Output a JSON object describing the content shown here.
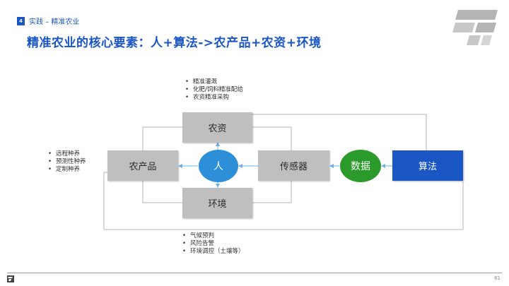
{
  "header": {
    "section_number": "4",
    "section_label": "实践 – 精准农业",
    "title": "精准农业的核心要素：人+算法->农产品+农资+环境"
  },
  "nodes": {
    "farm_inputs": "农资",
    "farm_products": "农产品",
    "people": "人",
    "sensors": "传感器",
    "environment": "环境",
    "data": "数据",
    "algorithm": "算法"
  },
  "bullets_top": [
    "精准灌溉",
    "化肥/饲料精准配给",
    "农资精准采购"
  ],
  "bullets_left": [
    "远程种养",
    "预测性种养",
    "定制种养"
  ],
  "bullets_bottom": [
    "气候预判",
    "风险告警",
    "环境调控（土壤等）"
  ],
  "footer": {
    "page_number": "61"
  },
  "colors": {
    "accent": "#1a56c4",
    "people": "#2d8fd8",
    "data": "#2a9a2a",
    "node_gray": "#bfbfbf"
  }
}
